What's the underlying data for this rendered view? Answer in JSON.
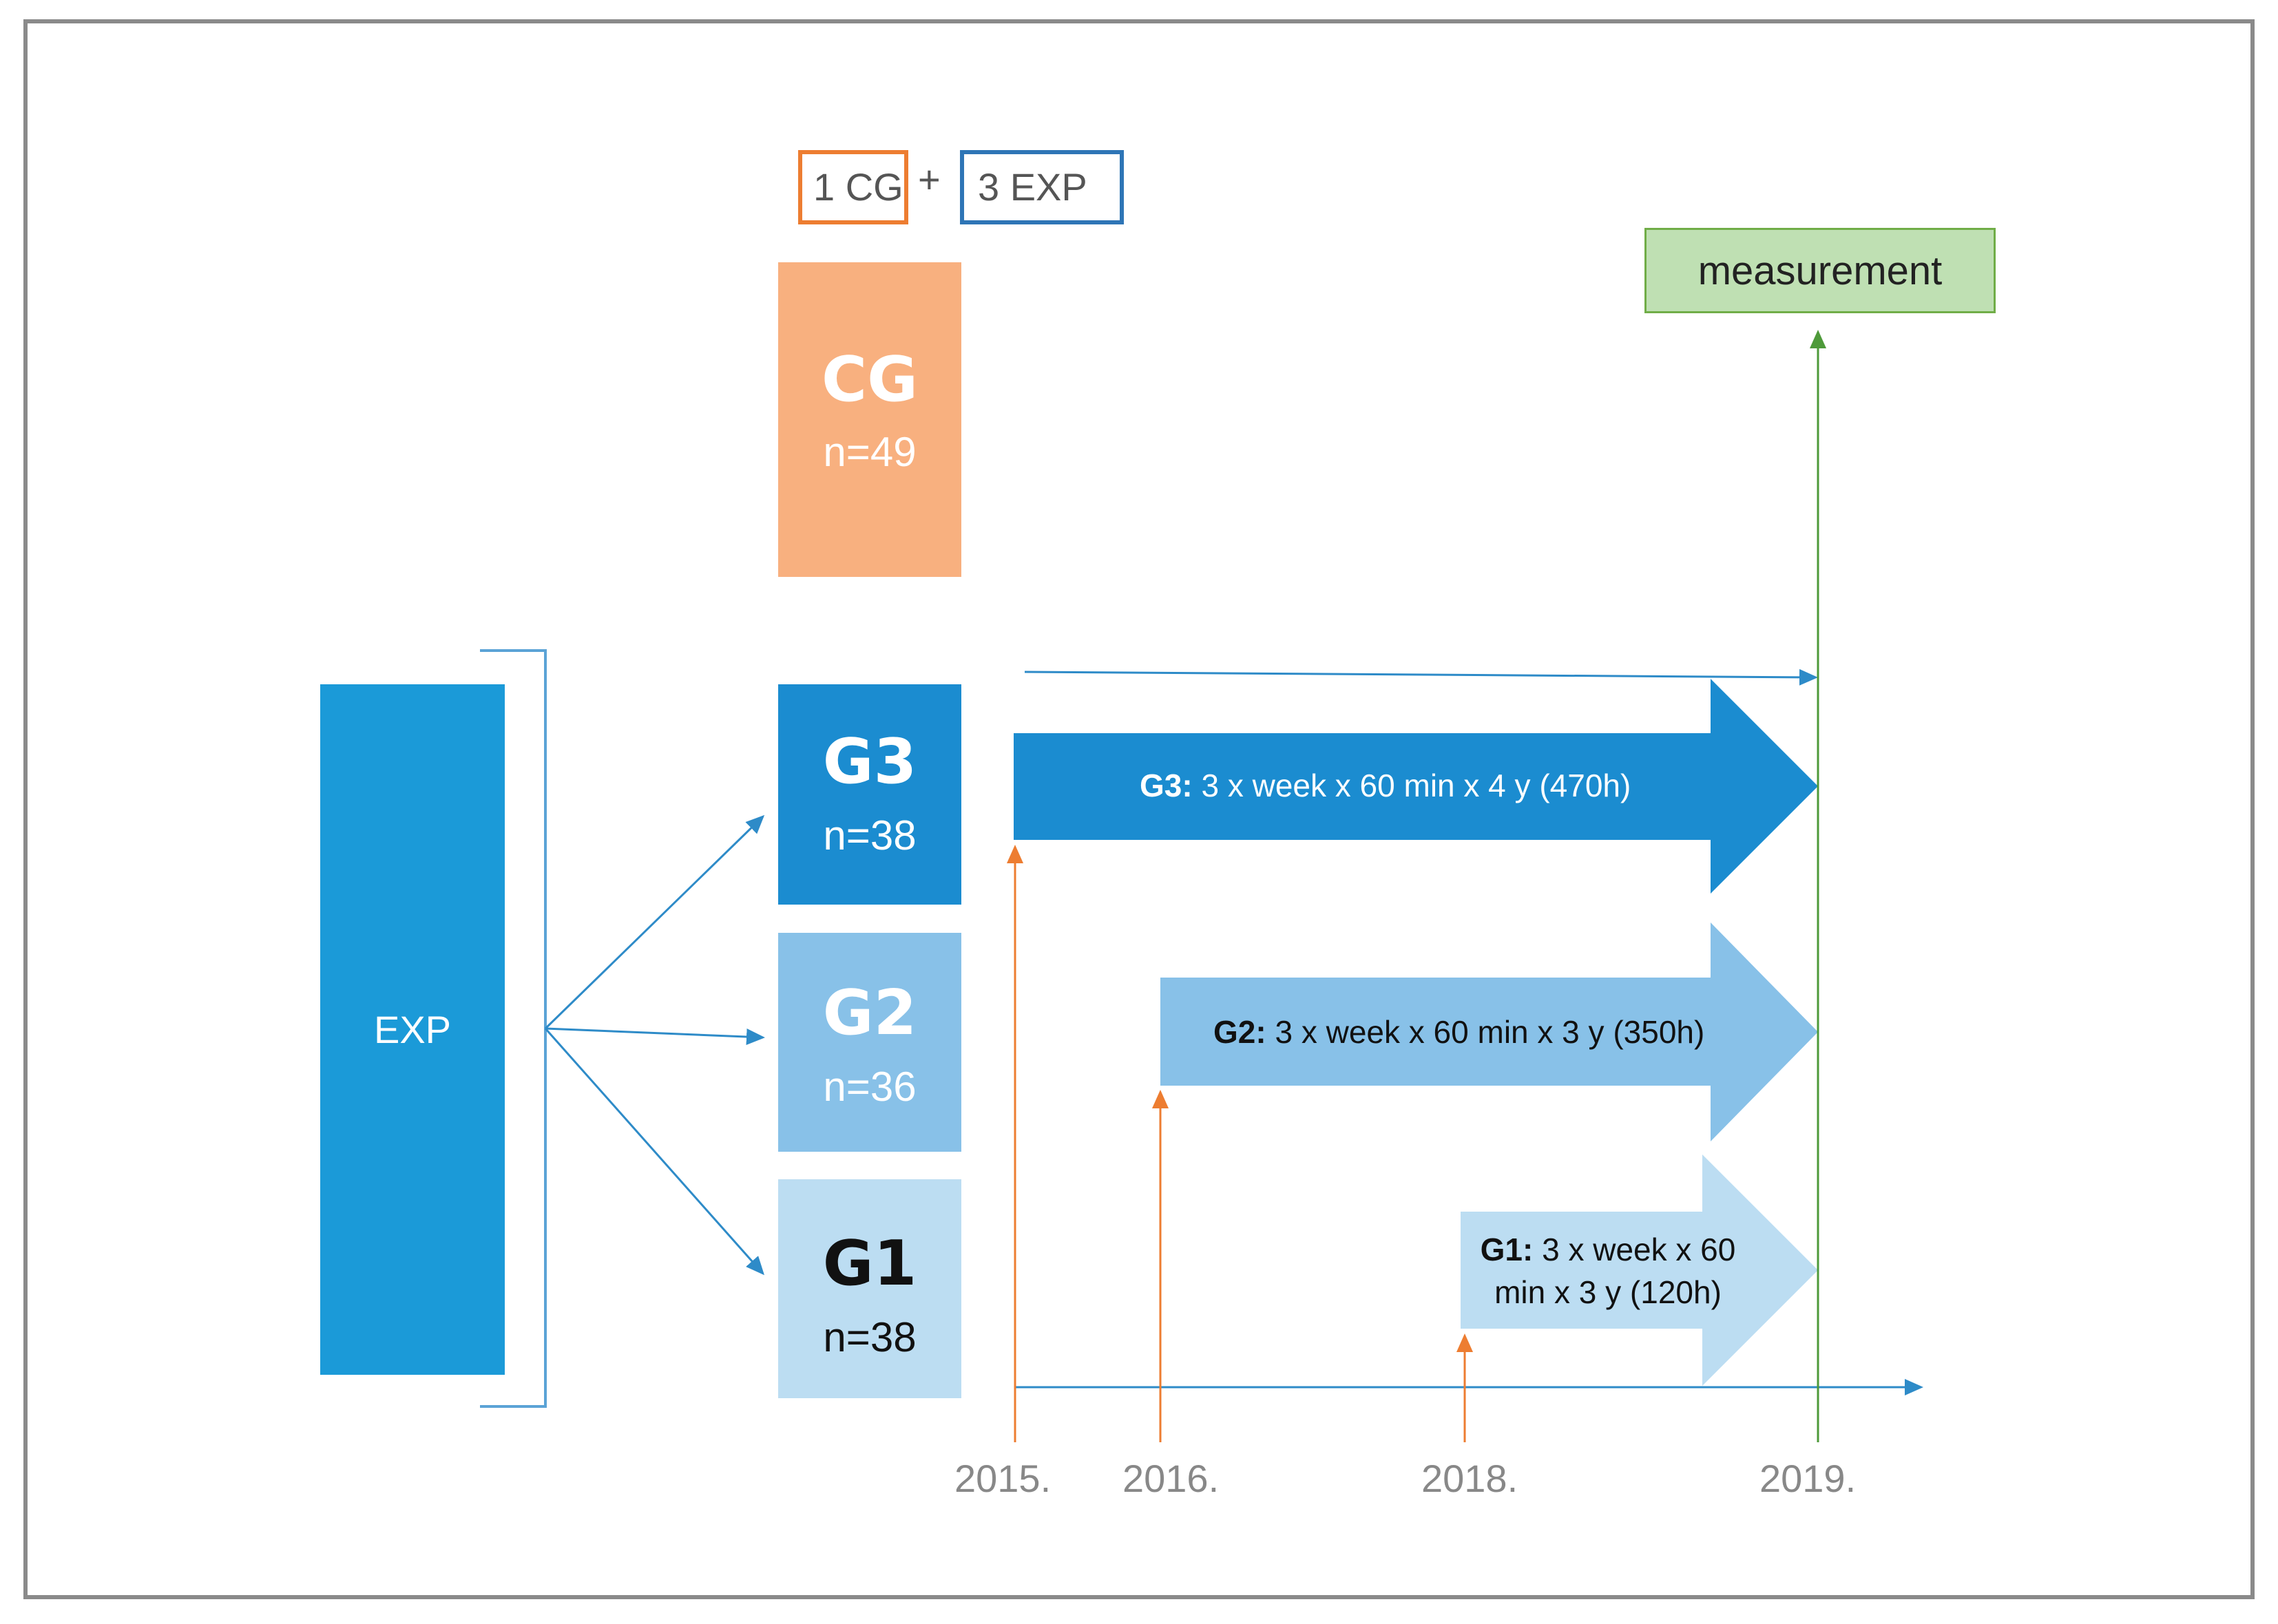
{
  "legend": {
    "cg_label": "1 CG",
    "plus": "+",
    "exp_label": "3 EXP"
  },
  "groups": {
    "cg": {
      "name": "CG",
      "n": "n=49"
    },
    "g3": {
      "name": "G3",
      "n": "n=38"
    },
    "g2": {
      "name": "G2",
      "n": "n=36"
    },
    "g1": {
      "name": "G1",
      "n": "n=38"
    }
  },
  "exp_label": "EXP",
  "measurement_label": "measurement",
  "arrows": {
    "g3": {
      "prefix": "G3:",
      "text": " 3 x week x 60 min x 4 y (470h)"
    },
    "g2": {
      "prefix": "G2:",
      "text": " 3 x week x 60 min x 3 y (350h)"
    },
    "g1": {
      "prefix": "G1:",
      "text_line1": " 3 x week x 60",
      "text_line2": "min x 3 y (120h)"
    }
  },
  "years": [
    "2015.",
    "2016.",
    "2018.",
    "2019."
  ],
  "colors": {
    "cg": "#F8B07F",
    "g3": "#1B8CD0",
    "g2": "#88C1E8",
    "g1": "#BCDDF2",
    "exp": "#1B9AD8",
    "measurement": "#BFE0B3",
    "orange_line": "#ED7D31",
    "green_line": "#4E9A3A",
    "blue_line": "#2E8BC8"
  }
}
